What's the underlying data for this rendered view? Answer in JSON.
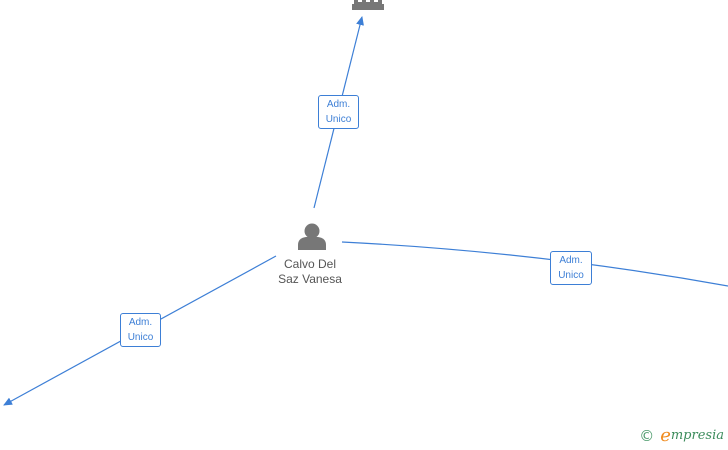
{
  "nodes": {
    "person": {
      "name_line1": "Calvo Del",
      "name_line2": "Saz Vanesa"
    }
  },
  "edges": [
    {
      "id": "top",
      "label_line1": "Adm.",
      "label_line2": "Unico"
    },
    {
      "id": "right",
      "label_line1": "Adm.",
      "label_line2": "Unico"
    },
    {
      "id": "left",
      "label_line1": "Adm.",
      "label_line2": "Unico"
    }
  ],
  "icons": {
    "person": "person-icon",
    "company": "building-icon"
  },
  "colors": {
    "edge": "#3d7fd6",
    "node_icon": "#777777",
    "brand_orange": "#f08a1c",
    "brand_green": "#3c8c5c"
  },
  "footer": {
    "copyright_symbol": "©",
    "brand_initial": "e",
    "brand_rest": "mpresia"
  }
}
